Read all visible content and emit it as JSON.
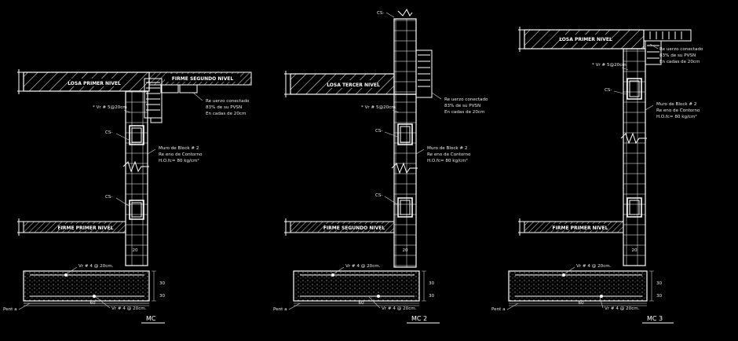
{
  "sections": [
    {
      "id": "mc1",
      "title": "MC",
      "slab_top": "LOSA PRIMER NIVEL",
      "slab_side": "FIRME SEGUNDO NIVEL",
      "slab_bottom": "FIRME PRIMER NIVEL",
      "rebar_vertical": "* Vr # 5@20cm",
      "cs_upper": "CS-",
      "cs_lower": "CS-",
      "reinforce_note": [
        "Re uerzo conectado",
        "83% de su PVSN",
        "En cadas de 20cm"
      ],
      "wall_note": [
        "Muro de Block # 2",
        "Re eno de Contorno",
        "H.O.fc= 80 kg/cm²"
      ],
      "dim_wall": "20",
      "dim_footing_h": "30",
      "dim_footing_w": "60",
      "rebar_top": "Vr # 4 @ 20cm.",
      "rebar_bottom": "Vr # 4 @ 20cm.",
      "pile": "Pent a"
    },
    {
      "id": "mc2",
      "title": "MC 2",
      "top_label": "CS-",
      "slab_top": "LOSA TERCER NIVEL",
      "slab_bottom": "FIRME SEGUNDO NIVEL",
      "rebar_vertical": "* Vr # 5@20cm",
      "cs_upper": "CS-",
      "cs_lower": "CS-",
      "reinforce_note": [
        "Re uerzo conectado",
        "83% de su PVSN",
        "En cadas de 20cm"
      ],
      "wall_note": [
        "Muro de Block # 2",
        "Re eno de Contorno",
        "H.O.fc= 80 kg/cm²"
      ],
      "dim_wall": "20",
      "dim_footing_h": "30",
      "dim_footing_w": "60",
      "rebar_top": "Vr # 4 @ 20cm.",
      "rebar_bottom": "Vr # 4 @ 20cm.",
      "pile": "Pent a"
    },
    {
      "id": "mc3",
      "title": "MC 3",
      "slab_top": "LOSA PRIMER NIVEL",
      "slab_bottom": "FIRME PRIMER NIVEL",
      "rebar_vertical": "* Vr # 5@20cm",
      "cs_upper": "CS-",
      "reinforce_note": [
        "Re uerzo conectado",
        "83% de su PVSN",
        "En cadas de 20cm"
      ],
      "wall_note": [
        "Muro de Block # 2",
        "Re eno de Contorno",
        "H.O.fc= 80 kg/cm²"
      ],
      "dim_wall": "20",
      "dim_footing_h": "30",
      "dim_footing_w": "60",
      "rebar_top": "Vr # 4 @ 20cm.",
      "rebar_bottom": "Vr # 4 @ 20cm.",
      "pile": "Pent a"
    }
  ]
}
